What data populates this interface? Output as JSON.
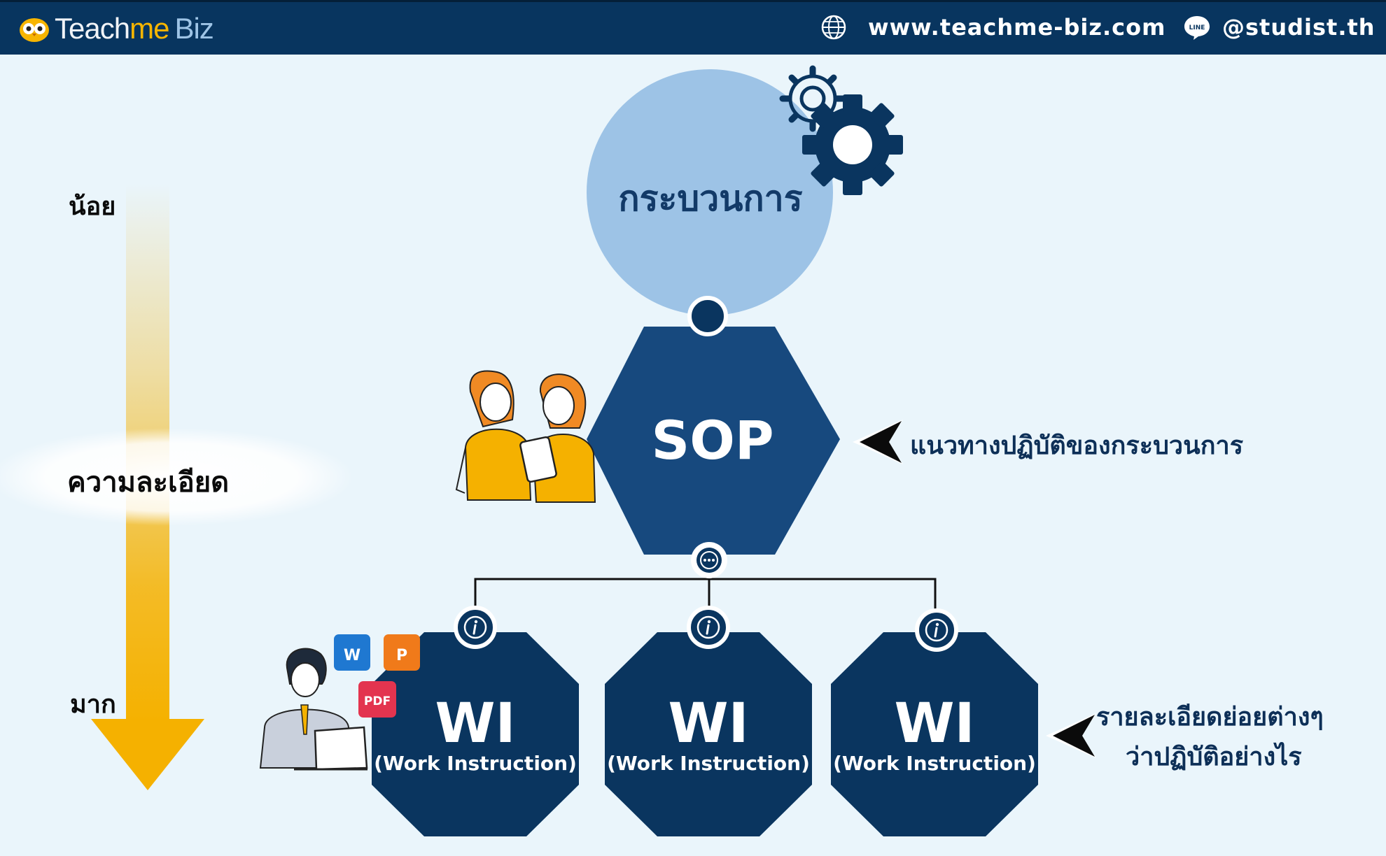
{
  "header": {
    "brand_teach": "Teach",
    "brand_me": "me",
    "brand_biz": "Biz",
    "website": "www.teachme-biz.com",
    "line_badge": "LINE",
    "line_handle": "@studist.th"
  },
  "scale": {
    "low": "น้อย",
    "title": "ความละเอียด",
    "high": "มาก"
  },
  "process": {
    "label": "กระบวนการ"
  },
  "sop": {
    "label": "SOP",
    "description": "แนวทางปฏิบัติของกระบวนการ"
  },
  "wi_items": [
    {
      "label": "WI",
      "sub": "(Work Instruction)"
    },
    {
      "label": "WI",
      "sub": "(Work Instruction)"
    },
    {
      "label": "WI",
      "sub": "(Work Instruction)"
    }
  ],
  "wi_description": {
    "line1": "รายละเอียดย่อยต่างๆ",
    "line2": "ว่าปฏิบัติอย่างไร"
  },
  "file_badges": {
    "word": "W",
    "ppt": "P",
    "pdf": "PDF"
  },
  "colors": {
    "navy": "#0a355f",
    "sop_blue": "#17497e",
    "circle_blue": "#9dc3e6",
    "arrow_gold": "#f5b100",
    "background": "#eaf5fb"
  }
}
